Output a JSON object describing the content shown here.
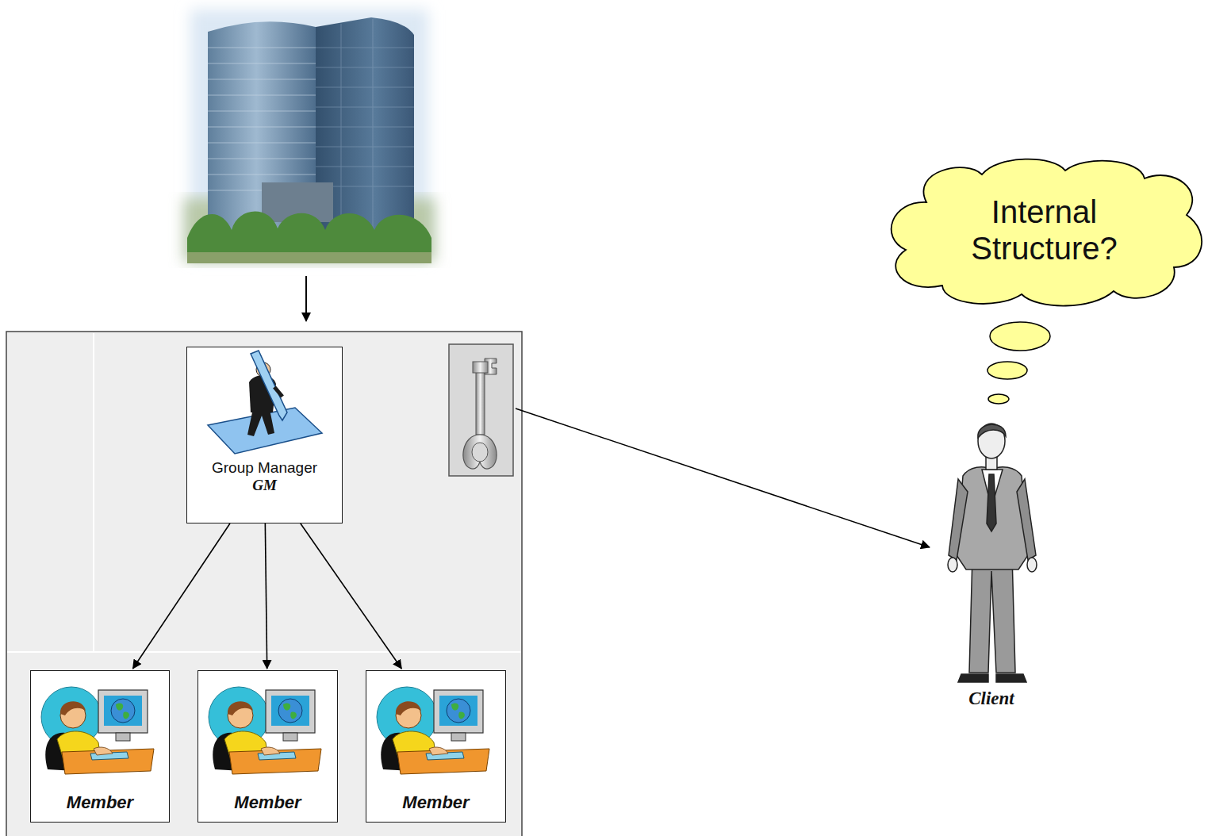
{
  "diagram": {
    "nodes": [
      {
        "text": [
          "Group Manager",
          "GM"
        ]
      },
      {
        "text": [
          "Member"
        ]
      },
      {
        "text": [
          "Member"
        ]
      },
      {
        "text": [
          "Member"
        ]
      },
      {
        "text": [
          "Internal Structure?"
        ]
      }
    ],
    "edges": [
      {
        "from": 0,
        "to": 1,
        "arrow": "to"
      },
      {
        "from": 0,
        "to": 2,
        "arrow": "to"
      },
      {
        "from": 0,
        "to": 3,
        "arrow": "to"
      }
    ],
    "labels": [
      "Client"
    ]
  }
}
